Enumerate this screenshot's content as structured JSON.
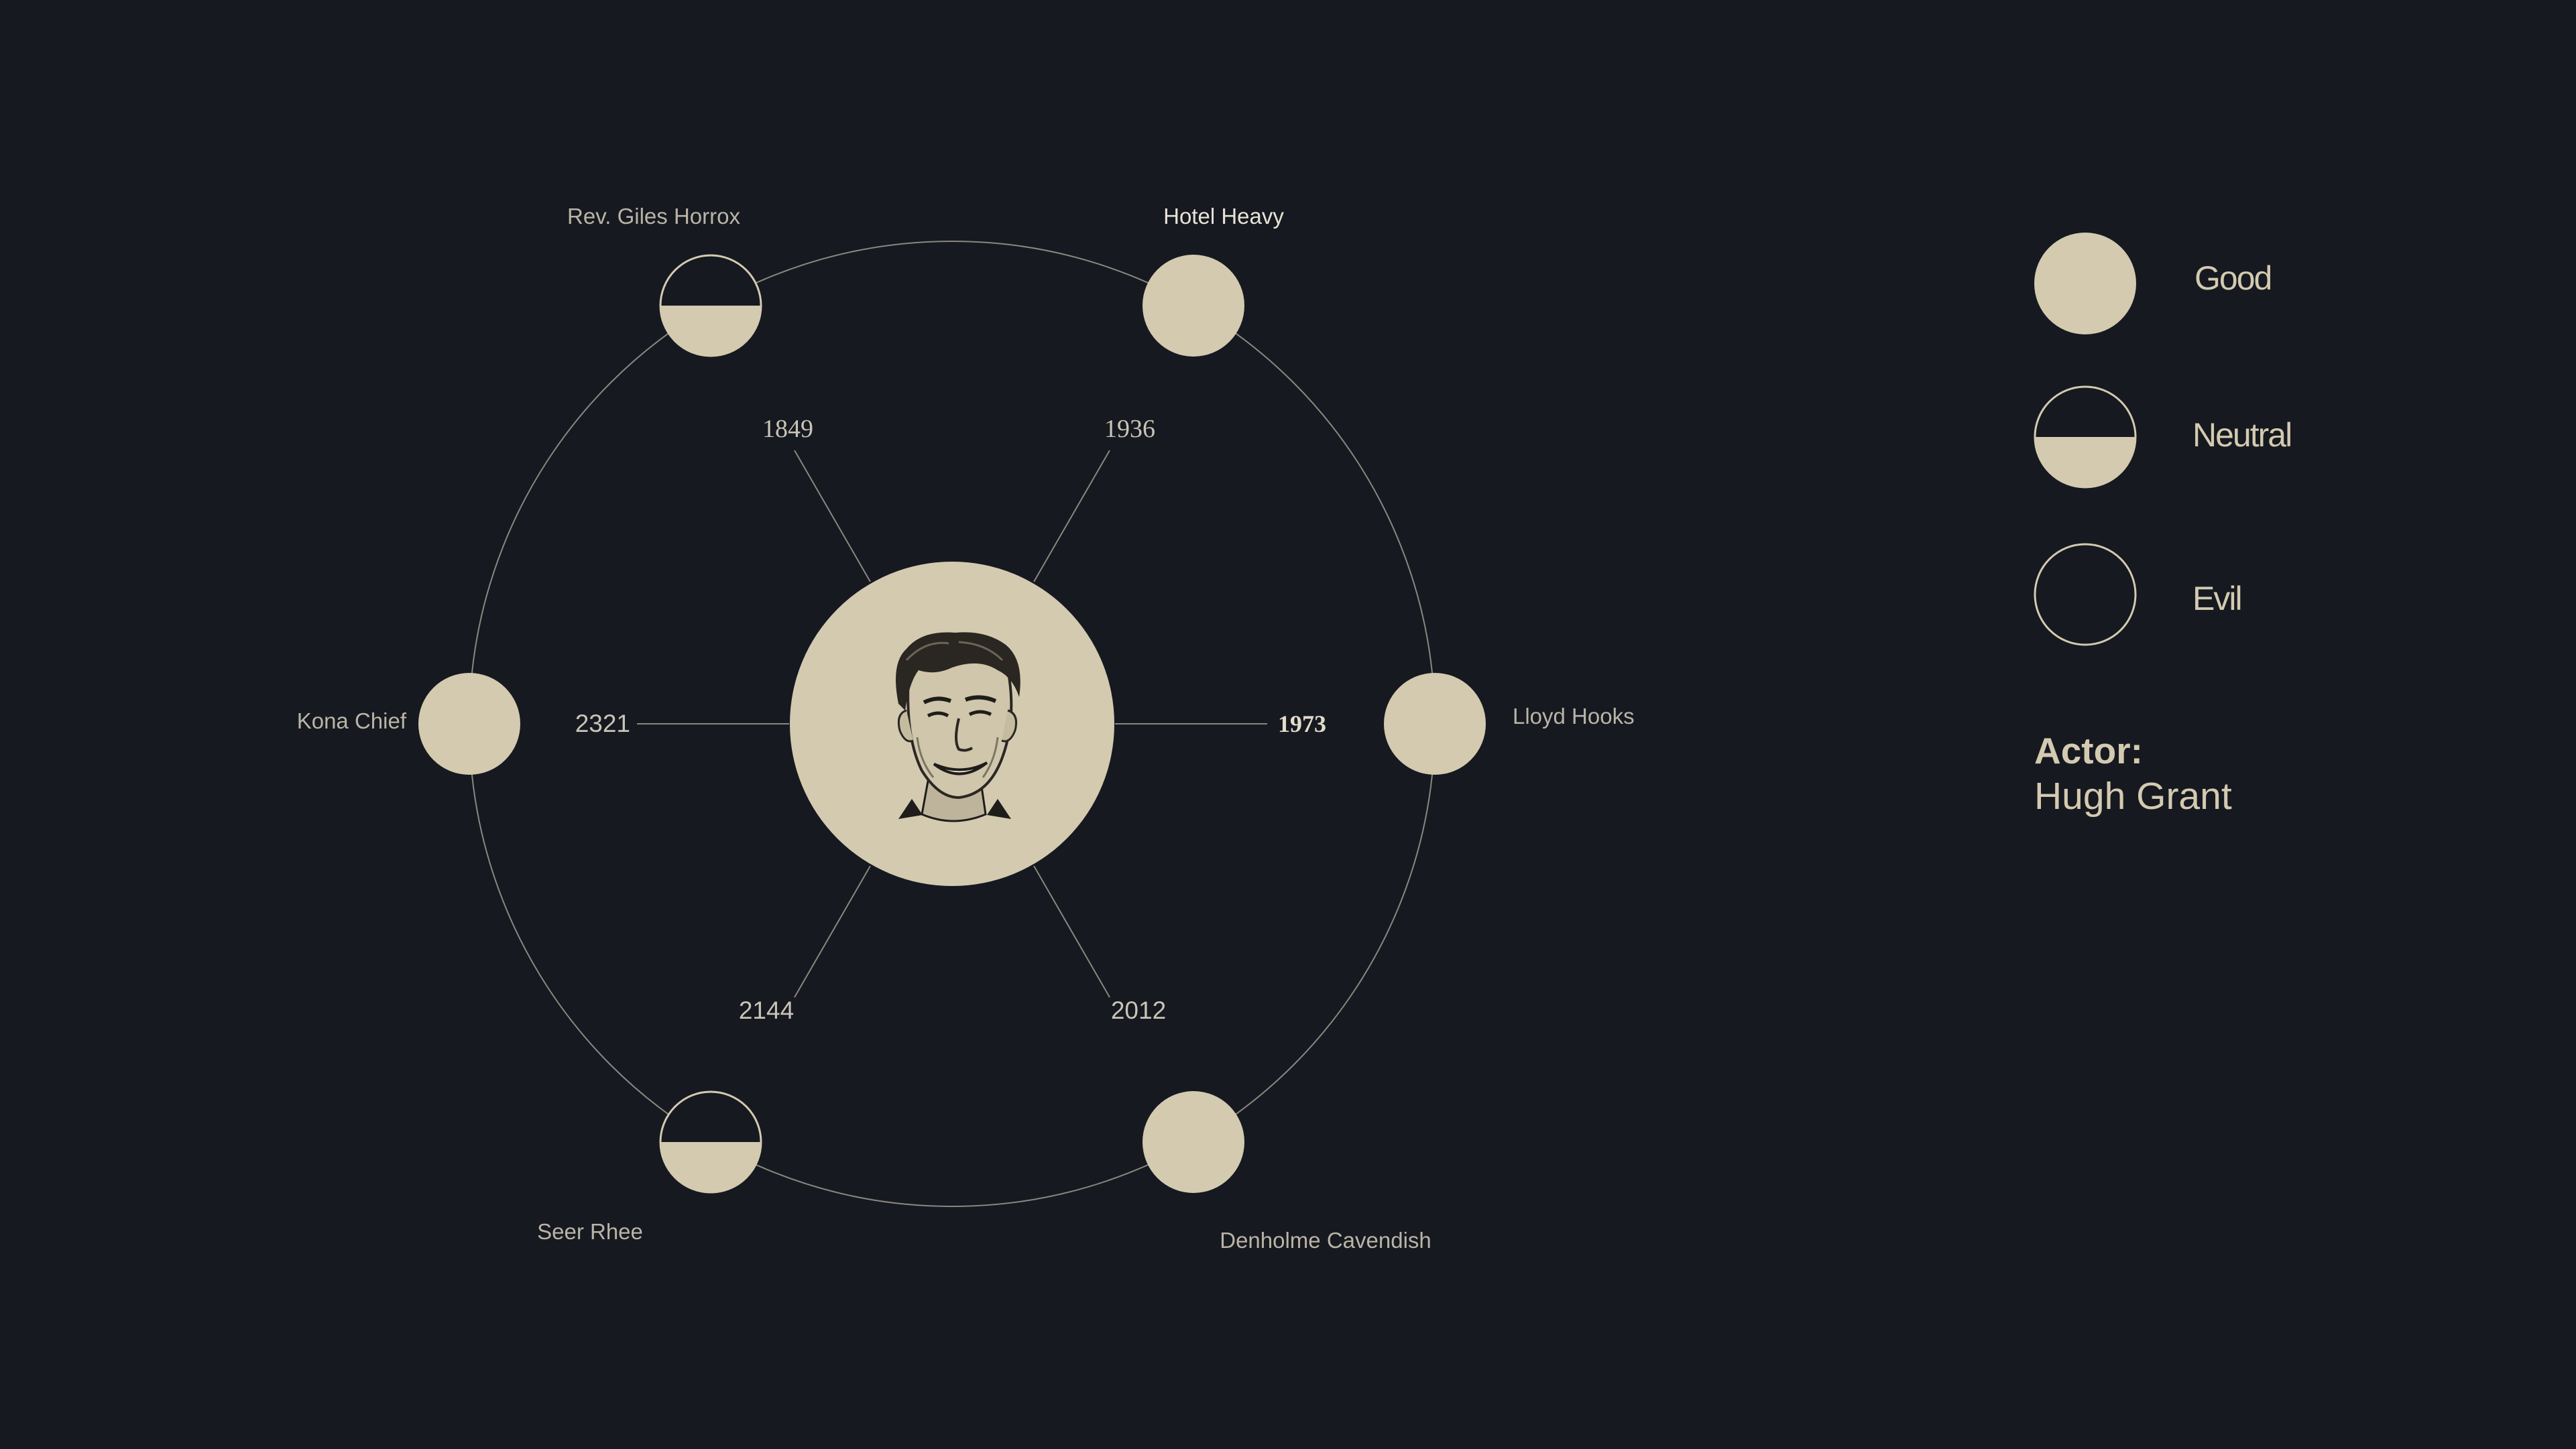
{
  "colors": {
    "background": "#161920",
    "accent": "#d3cab0",
    "line": "#8a877e",
    "label": "#c9c4b6",
    "portrait_ink": "#1f1d1a"
  },
  "center": {
    "portrait": "actor-portrait-illustration"
  },
  "roles": [
    {
      "name": "Rev. Giles Horrox",
      "year": "1849",
      "alignment": "neutral"
    },
    {
      "name": "Hotel Heavy",
      "year": "1936",
      "alignment": "good"
    },
    {
      "name": "Lloyd Hooks",
      "year": "1973",
      "alignment": "good"
    },
    {
      "name": "Denholme Cavendish",
      "year": "2012",
      "alignment": "good"
    },
    {
      "name": "Seer Rhee",
      "year": "2144",
      "alignment": "neutral"
    },
    {
      "name": "Kona Chief",
      "year": "2321",
      "alignment": "good"
    }
  ],
  "legend": {
    "items": [
      {
        "label": "Good",
        "type": "good"
      },
      {
        "label": "Neutral",
        "type": "neutral"
      },
      {
        "label": "Evil",
        "type": "evil"
      }
    ]
  },
  "actor": {
    "heading": "Actor:",
    "name": "Hugh Grant"
  }
}
